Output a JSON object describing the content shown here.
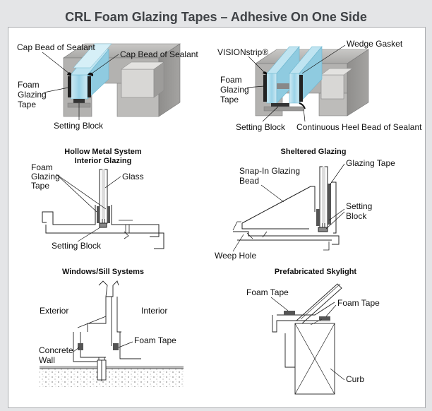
{
  "title": "CRL Foam Glazing Tapes – Adhesive On One Side",
  "diagrams": [
    {
      "labels": {
        "cap_bead_left": "Cap Bead of Sealant",
        "cap_bead_right": "Cap Bead of Sealant",
        "foam_1": "Foam",
        "foam_2": "Glazing",
        "foam_3": "Tape",
        "setting_block": "Setting Block"
      }
    },
    {
      "labels": {
        "visionstrip": "VISIONstrip®",
        "wedge_gasket": "Wedge Gasket",
        "foam_1": "Foam",
        "foam_2": "Glazing",
        "foam_3": "Tape",
        "setting_block": "Setting Block",
        "heel_bead": "Continuous Heel Bead of Sealant"
      }
    },
    {
      "heading_1": "Hollow Metal System",
      "heading_2": "Interior Glazing",
      "labels": {
        "foam_1": "Foam",
        "foam_2": "Glazing",
        "foam_3": "Tape",
        "glass": "Glass",
        "setting_block": "Setting Block"
      }
    },
    {
      "heading": "Sheltered Glazing",
      "labels": {
        "snapin_1": "Snap-In Glazing",
        "snapin_2": "Bead",
        "glazing_tape": "Glazing Tape",
        "setting_1": "Setting",
        "setting_2": "Block",
        "weep_hole": "Weep Hole"
      }
    },
    {
      "heading": "Windows/Sill Systems",
      "labels": {
        "exterior": "Exterior",
        "interior": "Interior",
        "foam_tape": "Foam Tape",
        "concrete_1": "Concrete",
        "concrete_2": "Wall"
      }
    },
    {
      "heading": "Prefabricated Skylight",
      "labels": {
        "foam_tape_left": "Foam Tape",
        "foam_tape_right": "Foam Tape",
        "curb": "Curb"
      }
    }
  ]
}
